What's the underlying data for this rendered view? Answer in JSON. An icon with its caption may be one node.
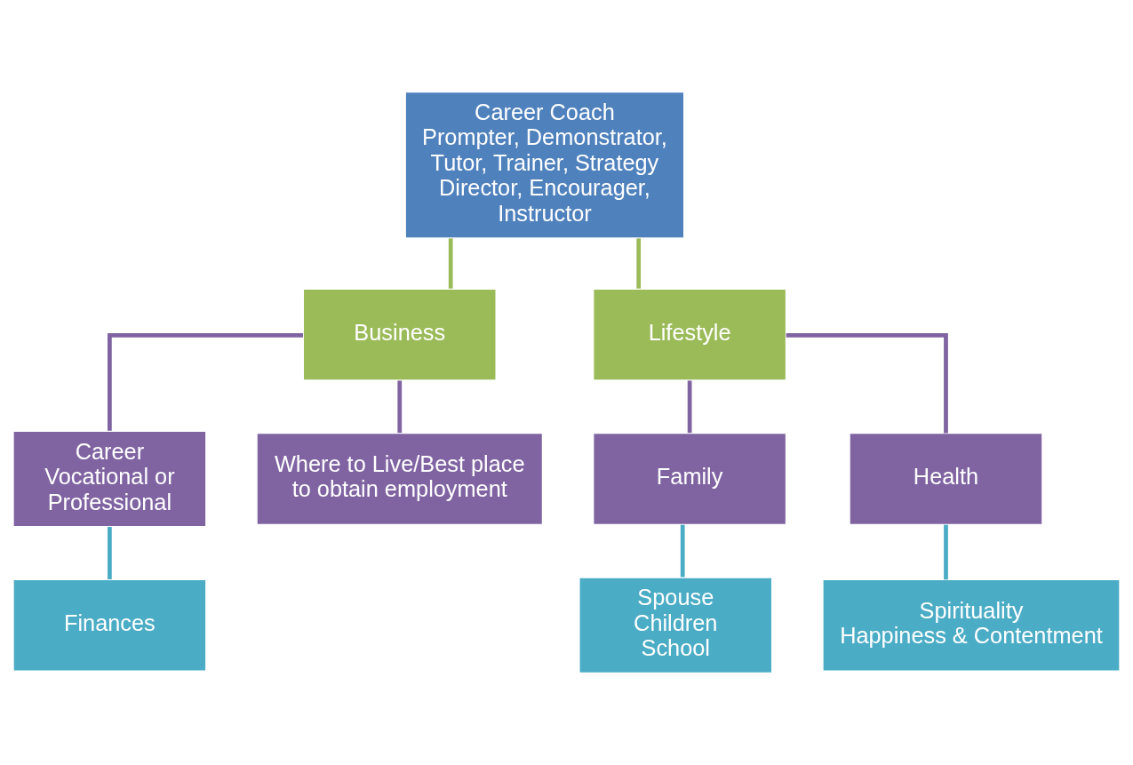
{
  "diagram": {
    "nodes": [
      {
        "text": [
          "Career Coach",
          "Prompter, Demonstrator, Tutor, Trainer, Strategy Director, Encourager, Instructor"
        ]
      },
      {
        "text": [
          "Business"
        ]
      },
      {
        "text": [
          "Lifestyle"
        ]
      },
      {
        "text": [
          "Career",
          "Vocational or Professional"
        ]
      },
      {
        "text": [
          "Where to Live/Best place to obtain employment"
        ]
      },
      {
        "text": [
          "Family"
        ]
      },
      {
        "text": [
          "Health"
        ]
      },
      {
        "text": [
          "Finances"
        ]
      },
      {
        "text": [
          "Spouse",
          "Children",
          "School"
        ]
      },
      {
        "text": [
          "Spirituality",
          "Happiness & Contentment"
        ]
      }
    ],
    "edges": [
      {
        "from": 0,
        "to": 1,
        "arrow": "none",
        "color": "#9bbb59"
      },
      {
        "from": 0,
        "to": 2,
        "arrow": "none",
        "color": "#9bbb59"
      },
      {
        "from": 1,
        "to": 3,
        "arrow": "none",
        "color": "#8064a2"
      },
      {
        "from": 1,
        "to": 4,
        "arrow": "none",
        "color": "#8064a2"
      },
      {
        "from": 2,
        "to": 5,
        "arrow": "none",
        "color": "#8064a2"
      },
      {
        "from": 2,
        "to": 6,
        "arrow": "none",
        "color": "#8064a2"
      },
      {
        "from": 3,
        "to": 7,
        "arrow": "none",
        "color": "#4bacc6"
      },
      {
        "from": 5,
        "to": 8,
        "arrow": "none",
        "color": "#4bacc6"
      },
      {
        "from": 6,
        "to": 9,
        "arrow": "none",
        "color": "#4bacc6"
      }
    ]
  }
}
